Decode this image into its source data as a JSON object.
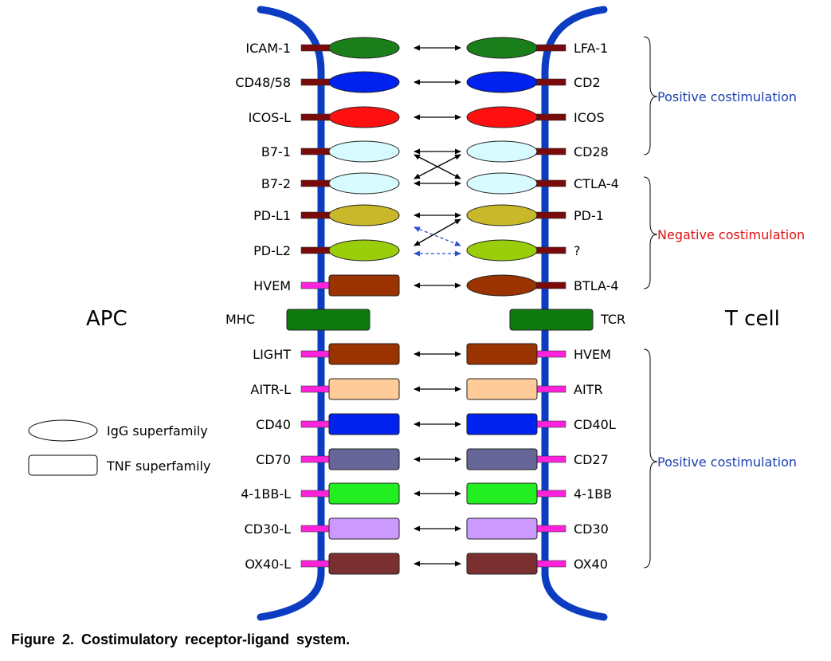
{
  "colors": {
    "membrane": "#0b3cc1",
    "stalk_igg": "#7a0a0a",
    "stalk_tnf": "#ff22dd",
    "positive": "#1b3fb0",
    "negative": "#e01010",
    "dashed_arrow": "#2a4fd0"
  },
  "labels": {
    "apc": "APC",
    "tcell": "T cell",
    "mhc": "MHC",
    "tcr": "TCR"
  },
  "legend": {
    "igg": "IgG superfamily",
    "tnf": "TNF superfamily"
  },
  "groups": [
    {
      "prefix": "Positive ",
      "word": "costimulation",
      "color": "#1b3fb0"
    },
    {
      "prefix": "Negative ",
      "word": "costimulation",
      "color": "#e01010"
    },
    {
      "prefix": "Positive ",
      "word": "costimulation",
      "color": "#1b3fb0"
    }
  ],
  "pairs": [
    {
      "left": "ICAM-1",
      "right": "LFA-1",
      "shape": "ellipse",
      "color": "#1a7f1a",
      "right_color": "#1a7f1a",
      "arrow": "straight"
    },
    {
      "left": "CD48/58",
      "right": "CD2",
      "shape": "ellipse",
      "color": "#0022ee",
      "right_color": "#0022ee",
      "arrow": "straight"
    },
    {
      "left": "ICOS-L",
      "right": "ICOS",
      "shape": "ellipse",
      "color": "#ff1010",
      "right_color": "#ff1010",
      "arrow": "straight"
    },
    {
      "left": "B7-1",
      "right": "CD28",
      "shape": "ellipse",
      "color": "#d8fbff",
      "right_color": "#d8fbff",
      "arrow": "straight"
    },
    {
      "left": "B7-2",
      "right": "CTLA-4",
      "shape": "ellipse",
      "color": "#d8fbff",
      "right_color": "#d8fbff",
      "arrow": "straight"
    },
    {
      "left": "PD-L1",
      "right": "PD-1",
      "shape": "ellipse",
      "color": "#c9b92a",
      "right_color": "#c9b92a",
      "arrow": "straight"
    },
    {
      "left": "PD-L2",
      "right": "?",
      "shape": "ellipse",
      "color": "#9acd0a",
      "right_color": "#9acd0a",
      "arrow": "dashed"
    },
    {
      "left": "HVEM",
      "right": "BTLA-4",
      "shape": "mixed",
      "color": "#9a3300",
      "right_color": "#9a3300",
      "arrow": "straight"
    },
    {
      "left": "LIGHT",
      "right": "HVEM",
      "shape": "rect",
      "color": "#9a3300",
      "right_color": "#9a3300",
      "arrow": "straight"
    },
    {
      "left": "AITR-L",
      "right": "AITR",
      "shape": "rect",
      "color": "#ffcc99",
      "right_color": "#ffcc99",
      "arrow": "straight"
    },
    {
      "left": "CD40",
      "right": "CD40L",
      "shape": "rect",
      "color": "#0022ee",
      "right_color": "#0022ee",
      "arrow": "straight"
    },
    {
      "left": "CD70",
      "right": "CD27",
      "shape": "rect",
      "color": "#666699",
      "right_color": "#666699",
      "arrow": "straight"
    },
    {
      "left": "4-1BB-L",
      "right": "4-1BB",
      "shape": "rect",
      "color": "#22ee22",
      "right_color": "#22ee22",
      "arrow": "straight"
    },
    {
      "left": "CD30-L",
      "right": "CD30",
      "shape": "rect",
      "color": "#cc99ff",
      "right_color": "#cc99ff",
      "arrow": "straight"
    },
    {
      "left": "OX40-L",
      "right": "OX40",
      "shape": "rect",
      "color": "#7a3030",
      "right_color": "#7a3030",
      "arrow": "straight"
    }
  ],
  "mhc_color": "#0d7a0d",
  "tcr_color": "#0d7a0d",
  "caption": "Figure 2. Costimulatory receptor-ligand system."
}
